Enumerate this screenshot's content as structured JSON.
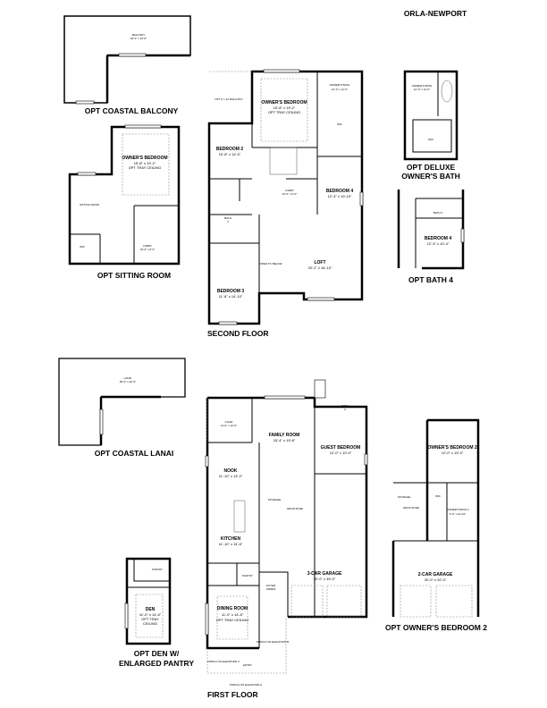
{
  "title": "ORLA-NEWPORT",
  "second_floor": {
    "caption": "SECOND FLOOR",
    "rooms": [
      {
        "name": "OWNER'S BEDROOM",
        "dims": "15'-8\" x 19'-2\"",
        "note": "OPT TRAY CEILING"
      },
      {
        "name": "OWNER'S BATH",
        "dims": "12'-0\" x 11'-0\""
      },
      {
        "name": "BEDROOM 2",
        "dims": "10'-8\" x 14'-0\""
      },
      {
        "name": "BEDROOM 3",
        "dims": "11'-8\" x 14'-10\""
      },
      {
        "name": "BEDROOM 4",
        "dims": "12'-3\" x 10'-10\""
      },
      {
        "name": "LOFT",
        "dims": "20'-2\" x 16'-10\""
      },
      {
        "name": "LNDRY",
        "dims": "10'-0\" x 6'-0\""
      },
      {
        "name": "BATH",
        "dims": "3"
      }
    ],
    "small_labels": {
      "balcony": "OPT 6' x 12' BALCONY",
      "wic": "WIC",
      "opt": "OPT",
      "open_below": "OPEN TO BELOW"
    }
  },
  "first_floor": {
    "caption": "FIRST FLOOR",
    "rooms": [
      {
        "name": "LANAI",
        "dims": "11'-0\" x 12'-0\""
      },
      {
        "name": "FAMILY ROOM",
        "dims": "15'-4\" x 19'-8\""
      },
      {
        "name": "GUEST BEDROOM",
        "dims": "12'-0\" x 10'-0\""
      },
      {
        "name": "BATH",
        "dims": "2"
      },
      {
        "name": "NOOK",
        "dims": "11'-10\" x 13'-2\""
      },
      {
        "name": "KITCHEN",
        "dims": "11'-10\" x 14'-6\""
      },
      {
        "name": "DINING ROOM",
        "dims": "11'-0\" x 14'-8\"",
        "note": "OPT TRAY CEILING"
      },
      {
        "name": "FOYER",
        "dims": "VARIES"
      },
      {
        "name": "3-CAR GARAGE",
        "dims": "29'-0\" x 39'-0\""
      }
    ],
    "small_labels": {
      "pantry": "PANTRY",
      "storage": "STORAGE",
      "drop_zone": "DROP ZONE",
      "porch_b": "PORCH ON ELEVATION B",
      "porch_c": "PORCH ON ELEVATION C",
      "entry": "ENTRY",
      "porch_a": "PORCH ON ELEVATION A"
    }
  },
  "options": {
    "coastal_balcony": {
      "caption": "OPT COASTAL BALCONY",
      "room": "BALCONY",
      "dims": "32'-0\" x 22'-0\""
    },
    "sitting_room": {
      "caption": "OPT SITTING ROOM",
      "room": "OWNER'S BEDROOM",
      "dims": "15'-8\" x 19'-2\"",
      "note": "OPT TRAY CEILING",
      "sitting": "SITTING ROOM",
      "lndry": "LNDRY",
      "lndry_dims": "10'-0\" x 6'-0\"",
      "wic": "WIC"
    },
    "deluxe_bath": {
      "caption_line1": "OPT DELUXE",
      "caption_line2": "OWNER'S BATH",
      "room": "OWNER'S BATH",
      "dims": "12'-0\" x 11'-0\"",
      "wic": "WIC"
    },
    "bath4": {
      "caption": "OPT BATH 4",
      "bath": "BATH 4",
      "room": "BEDROOM 4",
      "dims": "12'-3\" x 10'-4\""
    },
    "coastal_lanai": {
      "caption": "OPT COASTAL LANAI",
      "room": "LANAI",
      "dims": "30'-0\" x 22'-0\""
    },
    "den": {
      "caption_line1": "OPT DEN W/",
      "caption_line2": "ENLARGED PANTRY",
      "room": "DEN",
      "dims": "11'-0\" x 14'-8\"",
      "note1": "OPT TRAY",
      "note2": "CEILING",
      "pantry": "PANTRY"
    },
    "owners_bedroom2": {
      "caption": "OPT OWNER'S BEDROOM 2",
      "room": "OWNER'S BEDROOM 2",
      "dims": "12'-0\" x 15'-0\"",
      "bath": "OWNER'S BATH 2",
      "bath_dims": "9'-0\" x 10'-10\"",
      "garage": "2-CAR GARAGE",
      "garage_dims": "20'-0\" x 20'-0\"",
      "wic": "WIC",
      "storage": "STORAGE",
      "drop_zone": "DROP ZONE"
    }
  }
}
